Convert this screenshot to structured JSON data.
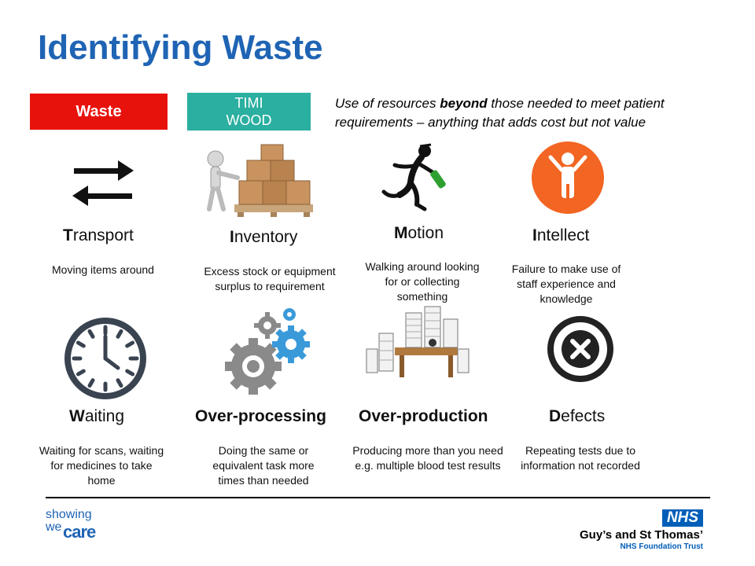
{
  "title": "Identifying Waste",
  "waste_label": "Waste",
  "timi_label_line1": "TIMI",
  "timi_label_line2": "WOOD",
  "definition": {
    "part1": "Use of resources ",
    "bold": "beyond",
    "part2": " those needed to meet patient requirements – anything that adds cost but not value"
  },
  "items": [
    {
      "first": "T",
      "rest": "ransport",
      "desc": "Moving items around",
      "icon": "arrows-exchange-icon"
    },
    {
      "first": "I",
      "rest": "nventory",
      "desc": "Excess stock or equipment surplus to requirement",
      "icon": "boxes-pallet-icon"
    },
    {
      "first": "M",
      "rest": "otion",
      "desc": "Walking around looking for or collecting something",
      "icon": "running-figure-icon"
    },
    {
      "first": "I",
      "rest": "ntellect",
      "desc": "Failure to make use of staff experience and knowledge",
      "icon": "person-raised-arms-icon"
    },
    {
      "first": "W",
      "rest": "aiting",
      "desc": "Waiting for scans, waiting for medicines to take home",
      "icon": "clock-icon"
    },
    {
      "first": "O",
      "rest": "ver-processing",
      "desc": "Doing the same or equivalent task more times than needed",
      "icon": "gears-icon"
    },
    {
      "first": "O",
      "rest": "ver-production",
      "desc": "Producing more than you need e.g. multiple blood test results",
      "icon": "paper-stacks-desk-icon"
    },
    {
      "first": "D",
      "rest": "efects",
      "desc": "Repeating tests due to information not recorded",
      "icon": "cross-circle-icon"
    }
  ],
  "footer": {
    "logo_line1": "showing",
    "logo_line2": "we",
    "logo_line3": "care",
    "nhs": "NHS",
    "trust_name": "Guy’s and St Thomas’",
    "trust_sub": "NHS Foundation Trust"
  },
  "colors": {
    "title": "#1F64B4",
    "waste": "#E8120C",
    "timi": "#2AAFA0",
    "nhs_blue": "#005EB8",
    "intellect_orange": "#F26522",
    "gear_blue": "#3A9AD9"
  }
}
